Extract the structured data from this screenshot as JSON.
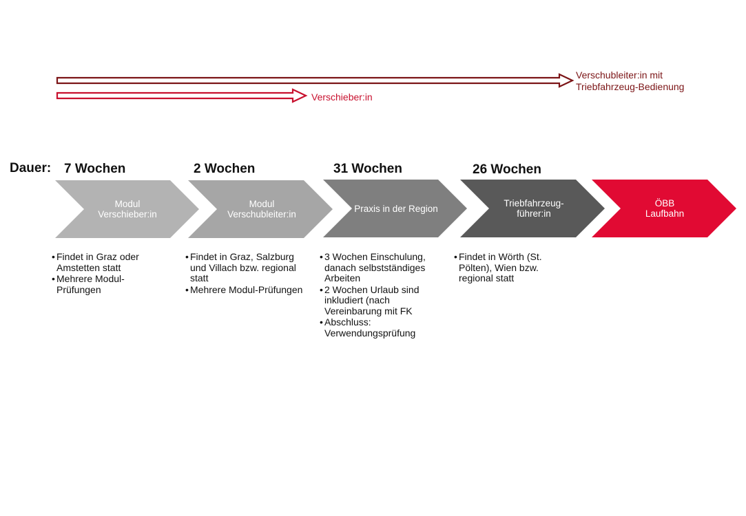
{
  "paths": [
    {
      "label": "Verschubleiter:in mit\nTriebfahrzeug-Bedienung",
      "color": "#7b1416"
    },
    {
      "label": "Verschieber:in",
      "color": "#c8102e"
    }
  ],
  "duration_label": "Dauer:",
  "stages": [
    {
      "duration": "7 Wochen",
      "label": "Modul\nVerschieber:in",
      "color": "#b3b3b3",
      "notes": [
        "Findet in Graz oder Amstetten statt",
        "Mehrere Modul-Prüfungen"
      ]
    },
    {
      "duration": "2 Wochen",
      "label": "Modul\nVerschubleiter:in",
      "color": "#a6a6a6",
      "notes": [
        "Findet in Graz, Salzburg und Villach bzw. regional statt",
        "Mehrere Modul-Prüfungen"
      ]
    },
    {
      "duration": "31 Wochen",
      "label": "Praxis in der Region",
      "color": "#7f7f7f",
      "notes": [
        "3 Wochen Einschulung, danach selbstständiges Arbeiten",
        "2 Wochen Urlaub sind inkludiert (nach Vereinbarung mit FK",
        "Abschluss: Verwendungsprüfung"
      ]
    },
    {
      "duration": "26 Wochen",
      "label": "Triebfahrzeug-\nführer:in",
      "color": "#595959",
      "notes": [
        "Findet in Wörth (St. Pölten), Wien bzw. regional statt"
      ]
    },
    {
      "duration": "",
      "label": "ÖBB\nLaufbahn",
      "color": "#e10a33",
      "notes": []
    }
  ]
}
